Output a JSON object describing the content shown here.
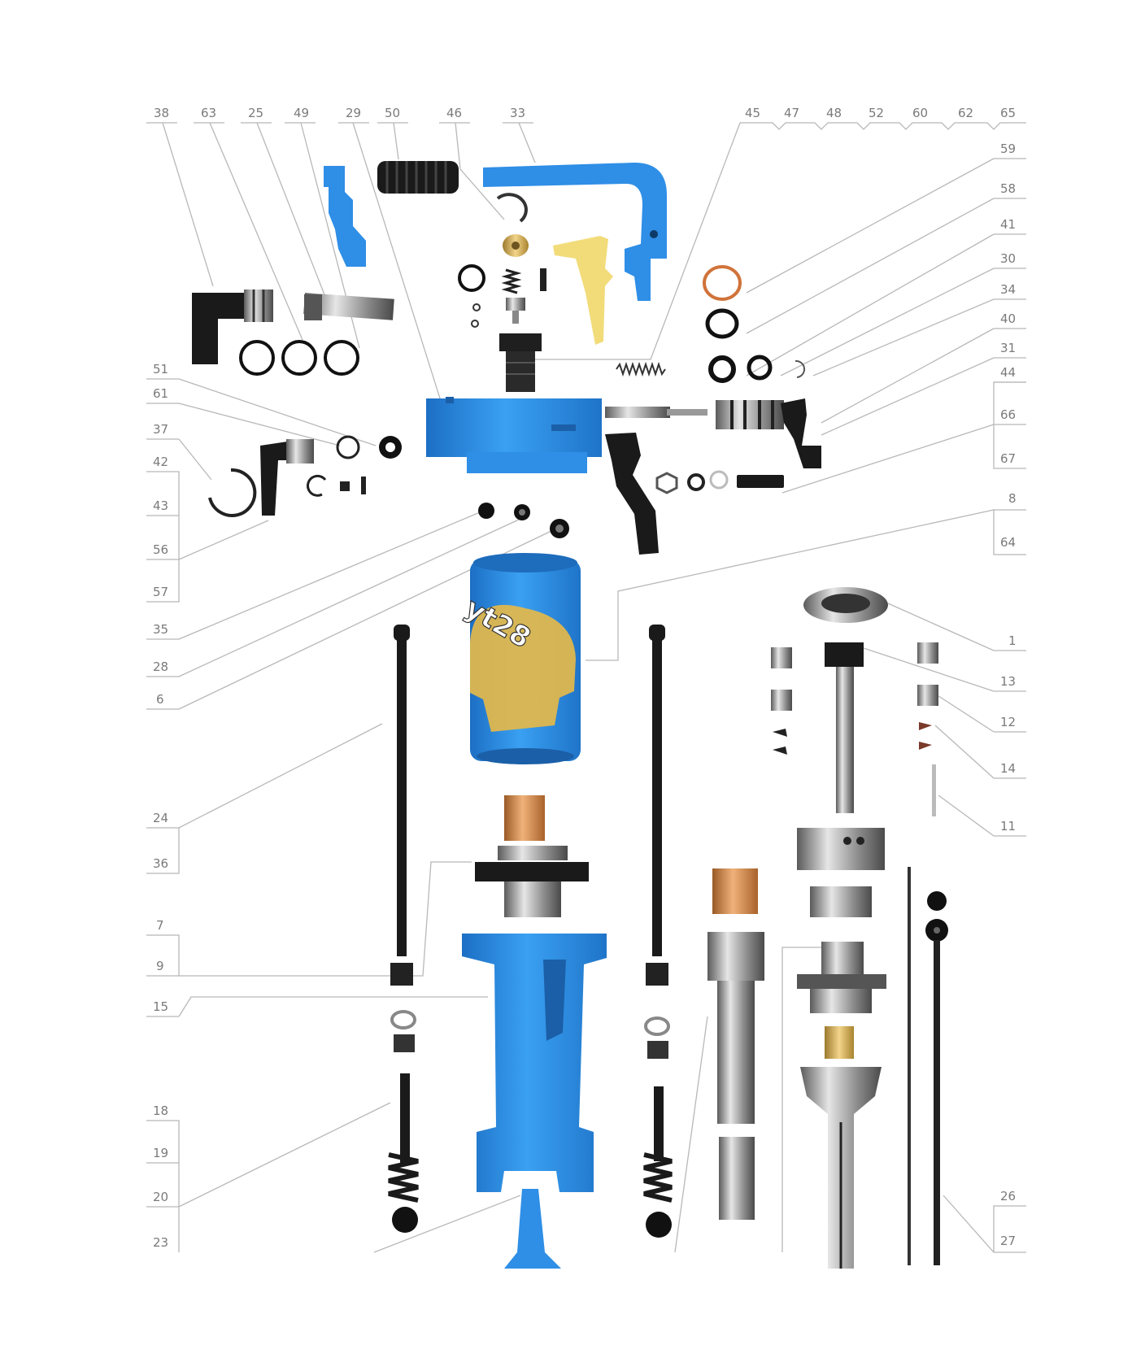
{
  "top_labels": [
    "38",
    "63",
    "25",
    "49",
    "29",
    "50",
    "46",
    "33"
  ],
  "top_right_labels": [
    "45",
    "47",
    "48",
    "52",
    "60",
    "62",
    "65"
  ],
  "right_labels": [
    "59",
    "58",
    "41",
    "30",
    "34",
    "40",
    "31",
    "44",
    "66",
    "67",
    "8",
    "64",
    "1",
    "13",
    "12",
    "14",
    "11",
    "26",
    "27"
  ],
  "left_labels": [
    "51",
    "61",
    "37",
    "42",
    "43",
    "56",
    "57",
    "35",
    "28",
    "6",
    "24",
    "36",
    "7",
    "9",
    "15",
    "18",
    "19",
    "20",
    "23"
  ],
  "logo_text": "yt28",
  "colors": {
    "part_blue": "#2f8ee6",
    "steel": "#8a8a8a",
    "black": "#1a1a1a",
    "brass": "#c9a45a",
    "copper": "#c27a3a",
    "leader": "#b8b8b8",
    "label": "#7a7a7a"
  }
}
